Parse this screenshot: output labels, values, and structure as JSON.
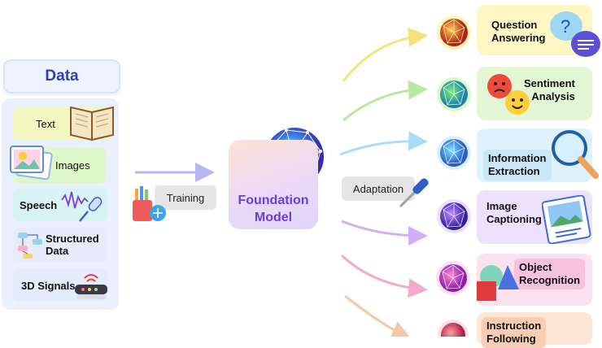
{
  "data_title": "Data",
  "data_items": [
    {
      "label": "Text"
    },
    {
      "label": "Images"
    },
    {
      "label": "Speech"
    },
    {
      "label_line1": "Structured",
      "label_line2": "Data"
    },
    {
      "label": "3D Signals"
    }
  ],
  "training_label": "Training",
  "foundation": {
    "line1": "Foundation",
    "line2": "Model"
  },
  "adaptation_label": "Adaptation",
  "tasks": [
    {
      "line1": "Question",
      "line2": "Answering",
      "color": "#fdf7c4"
    },
    {
      "line1": "Sentiment",
      "line2": "Analysis",
      "color": "#e3f6d5"
    },
    {
      "line1": "Information",
      "line2": "Extraction",
      "color": "#dff1fb"
    },
    {
      "line1": "Image",
      "line2": "Captioning",
      "color": "#ece2fb"
    },
    {
      "line1": "Object",
      "line2": "Recognition",
      "color": "#fbe2ee"
    },
    {
      "line1": "Instruction",
      "line2": "Following",
      "color": "#fde6d6"
    }
  ],
  "icons": [
    "book-icon",
    "photo-icon",
    "microphone-icon",
    "flowchart-icon",
    "router-icon",
    "pencil-cup-icon",
    "screwdriver-icon",
    "magnifier-icon",
    "question-bubble-icon",
    "emoji-faces-icon",
    "picture-card-icon",
    "shapes-icon"
  ]
}
